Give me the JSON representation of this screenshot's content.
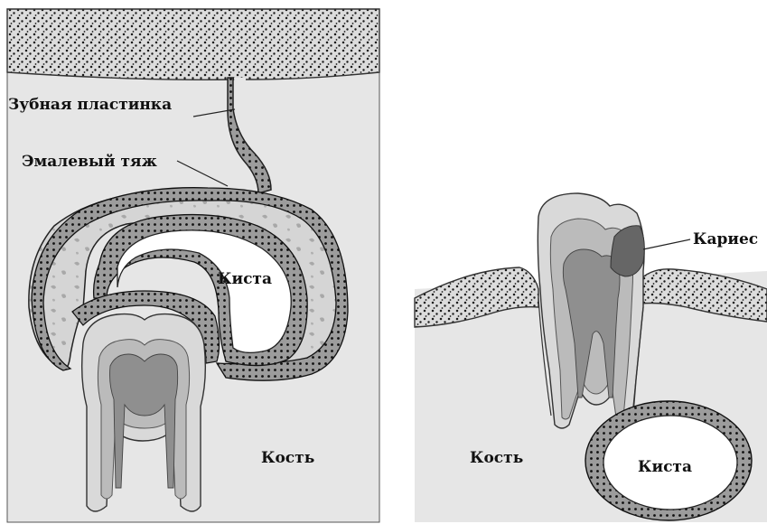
{
  "left_panel": {
    "labels": {
      "dental_lamina": "Зубная пластинка",
      "enamel_cord": "Эмалевый тяж",
      "cyst": "Киста",
      "bone": "Кость"
    }
  },
  "right_panel": {
    "labels": {
      "caries": "Кариес",
      "bone": "Кость",
      "cyst": "Киста"
    }
  },
  "colors": {
    "bone": "#e6e6e6",
    "epithelium": "#b3b3b3",
    "tooth_outer": "#d9d9d9",
    "dentin": "#b9b9b9",
    "pulp": "#8f8f8f",
    "caries": "#666666",
    "dot": "#1a1a1a"
  }
}
